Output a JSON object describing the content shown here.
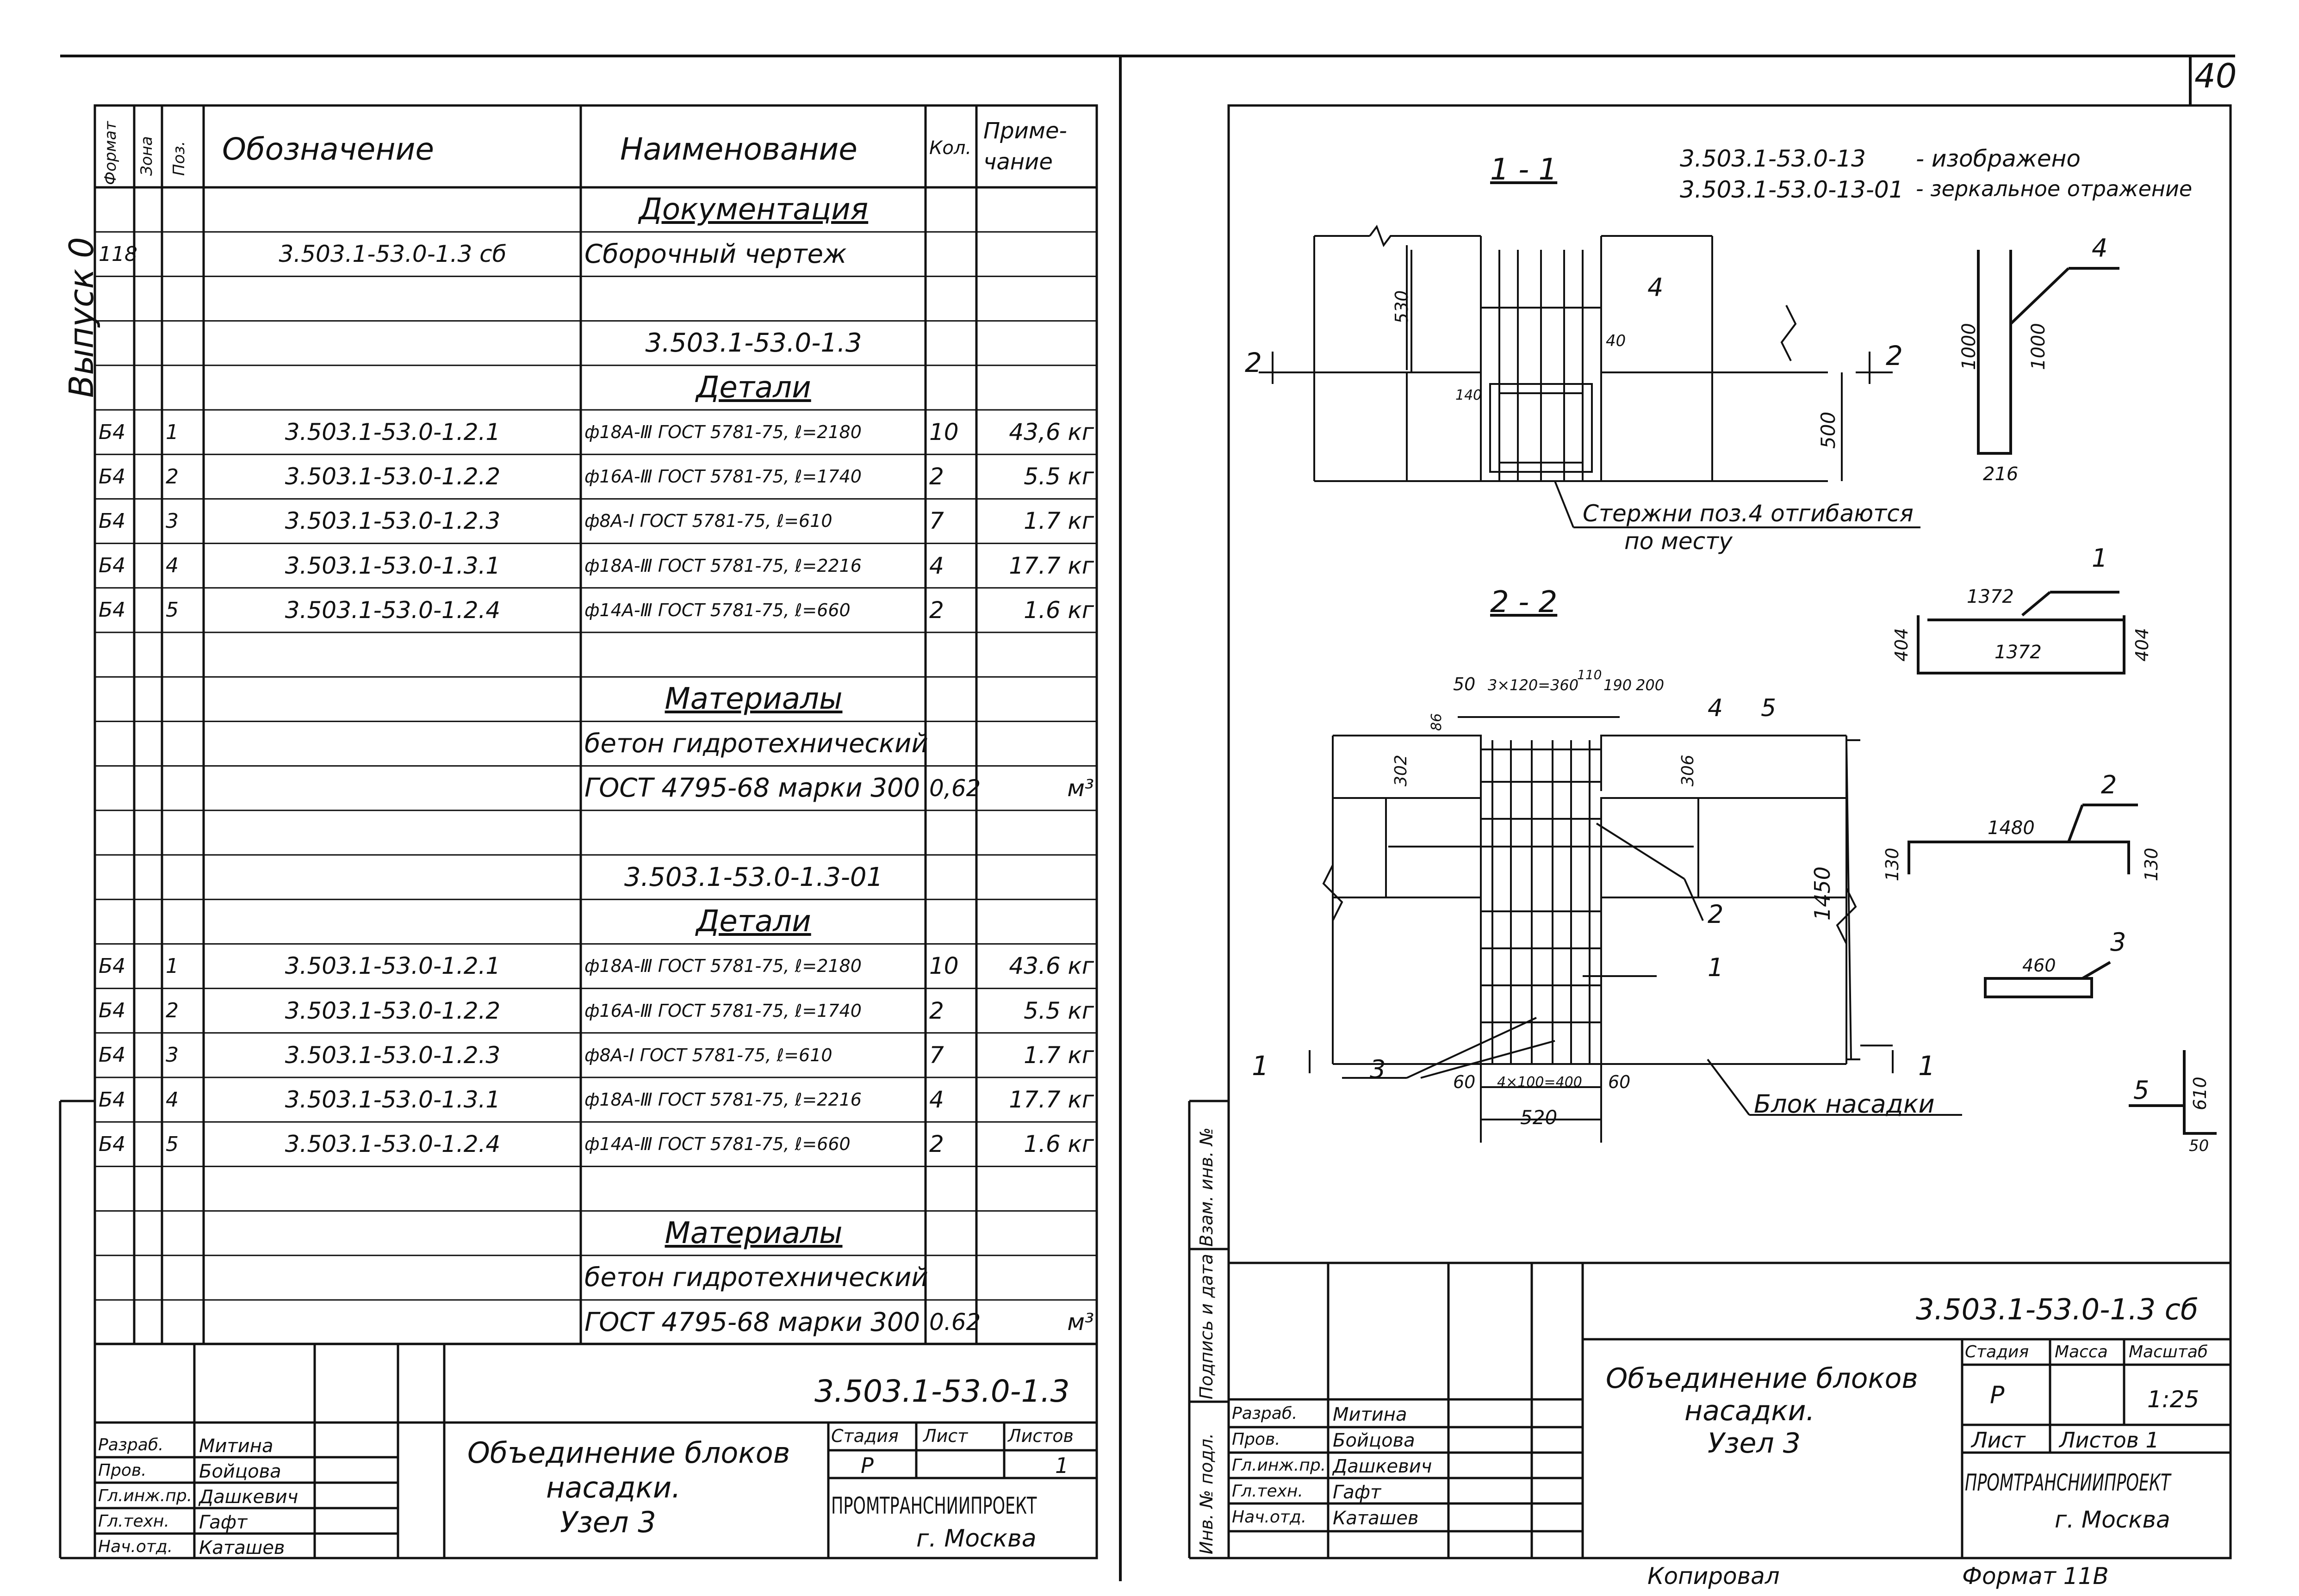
{
  "page_number": "40",
  "side_label": "Выпуск 0",
  "spec": {
    "headers": {
      "format": "Формат",
      "zone": "Зона",
      "pos": "Поз.",
      "designation": "Обозначение",
      "name": "Наименование",
      "qty": "Кол.",
      "note": "Приме-\nчание"
    },
    "rows": [
      {
        "format": "",
        "pos": "",
        "designation": "",
        "name": "Документация",
        "qty": "",
        "note": "",
        "heading": true
      },
      {
        "format": "118",
        "pos": "",
        "designation": "3.503.1-53.0-1.3 сб",
        "name": "Сборочный чертеж",
        "qty": "",
        "note": ""
      },
      {
        "format": "",
        "pos": "",
        "designation": "",
        "name": "",
        "qty": "",
        "note": ""
      },
      {
        "format": "",
        "pos": "",
        "designation": "",
        "name": "3.503.1-53.0-1.3",
        "qty": "",
        "note": ""
      },
      {
        "format": "",
        "pos": "",
        "designation": "",
        "name": "Детали",
        "qty": "",
        "note": "",
        "heading": true
      },
      {
        "format": "Б4",
        "pos": "1",
        "designation": "3.503.1-53.0-1.2.1",
        "name": "ф18А-Ⅲ ГОСТ 5781-75, ℓ=2180",
        "qty": "10",
        "note": "43,6 кг"
      },
      {
        "format": "Б4",
        "pos": "2",
        "designation": "3.503.1-53.0-1.2.2",
        "name": "ф16А-Ⅲ ГОСТ 5781-75, ℓ=1740",
        "qty": "2",
        "note": "5.5 кг"
      },
      {
        "format": "Б4",
        "pos": "3",
        "designation": "3.503.1-53.0-1.2.3",
        "name": "ф8А-Ⅰ ГОСТ 5781-75, ℓ=610",
        "qty": "7",
        "note": "1.7 кг"
      },
      {
        "format": "Б4",
        "pos": "4",
        "designation": "3.503.1-53.0-1.3.1",
        "name": "ф18А-Ⅲ ГОСТ 5781-75, ℓ=2216",
        "qty": "4",
        "note": "17.7 кг"
      },
      {
        "format": "Б4",
        "pos": "5",
        "designation": "3.503.1-53.0-1.2.4",
        "name": "ф14А-Ⅲ ГОСТ 5781-75, ℓ=660",
        "qty": "2",
        "note": "1.6 кг"
      },
      {
        "format": "",
        "pos": "",
        "designation": "",
        "name": "",
        "qty": "",
        "note": ""
      },
      {
        "format": "",
        "pos": "",
        "designation": "",
        "name": "Материалы",
        "qty": "",
        "note": "",
        "heading": true
      },
      {
        "format": "",
        "pos": "",
        "designation": "",
        "name": "бетон гидротехнический",
        "qty": "",
        "note": ""
      },
      {
        "format": "",
        "pos": "",
        "designation": "",
        "name": "ГОСТ 4795-68 марки 300",
        "qty": "0,62",
        "note": "м³"
      },
      {
        "format": "",
        "pos": "",
        "designation": "",
        "name": "",
        "qty": "",
        "note": ""
      },
      {
        "format": "",
        "pos": "",
        "designation": "",
        "name": "3.503.1-53.0-1.3-01",
        "qty": "",
        "note": ""
      },
      {
        "format": "",
        "pos": "",
        "designation": "",
        "name": "Детали",
        "qty": "",
        "note": "",
        "heading": true
      },
      {
        "format": "Б4",
        "pos": "1",
        "designation": "3.503.1-53.0-1.2.1",
        "name": "ф18А-Ⅲ ГОСТ 5781-75, ℓ=2180",
        "qty": "10",
        "note": "43.6 кг"
      },
      {
        "format": "Б4",
        "pos": "2",
        "designation": "3.503.1-53.0-1.2.2",
        "name": "ф16А-Ⅲ ГОСТ 5781-75, ℓ=1740",
        "qty": "2",
        "note": "5.5 кг"
      },
      {
        "format": "Б4",
        "pos": "3",
        "designation": "3.503.1-53.0-1.2.3",
        "name": "ф8А-Ⅰ ГОСТ 5781-75, ℓ=610",
        "qty": "7",
        "note": "1.7 кг"
      },
      {
        "format": "Б4",
        "pos": "4",
        "designation": "3.503.1-53.0-1.3.1",
        "name": "ф18А-Ⅲ ГОСТ 5781-75, ℓ=2216",
        "qty": "4",
        "note": "17.7 кг"
      },
      {
        "format": "Б4",
        "pos": "5",
        "designation": "3.503.1-53.0-1.2.4",
        "name": "ф14А-Ⅲ ГОСТ 5781-75, ℓ=660",
        "qty": "2",
        "note": "1.6 кг"
      },
      {
        "format": "",
        "pos": "",
        "designation": "",
        "name": "",
        "qty": "",
        "note": ""
      },
      {
        "format": "",
        "pos": "",
        "designation": "",
        "name": "Материалы",
        "qty": "",
        "note": "",
        "heading": true
      },
      {
        "format": "",
        "pos": "",
        "designation": "",
        "name": "бетон гидротехнический",
        "qty": "",
        "note": ""
      },
      {
        "format": "",
        "pos": "",
        "designation": "",
        "name": "ГОСТ 4795-68 марки 300",
        "qty": "0.62",
        "note": "м³"
      }
    ]
  },
  "left_stamp": {
    "code": "3.503.1-53.0-1.3",
    "title": "Объединение блоков насадки. Узел 3",
    "title_l1": "Объединение блоков",
    "title_l2": "насадки.",
    "title_l3": "Узел 3",
    "stage_h": "Стадия",
    "sheet_h": "Лист",
    "sheets_h": "Листов",
    "stage": "Р",
    "sheet": "",
    "sheets": "1",
    "org": "ПРОМТРАНСНИИПРОЕКТ",
    "city": "г. Москва",
    "people": [
      {
        "role": "Разраб.",
        "name": "Митина"
      },
      {
        "role": "Пров.",
        "name": "Бойцова"
      },
      {
        "role": "Гл.инж.пр.",
        "name": "Дашкевич"
      },
      {
        "role": "Гл.техн.",
        "name": "Гафт"
      },
      {
        "role": "Нач.отд.",
        "name": "Каташев"
      }
    ]
  },
  "right_stamp": {
    "code": "3.503.1-53.0-1.3 сб",
    "title_l1": "Объединение блоков",
    "title_l2": "насадки.",
    "title_l3": "Узел 3",
    "stage_h": "Стадия",
    "mass_h": "Масса",
    "scale_h": "Масштаб",
    "stage": "Р",
    "mass": "",
    "scale": "1:25",
    "sheet_label": "Лист",
    "sheets_label": "Листов 1",
    "org": "ПРОМТРАНСНИИПРОЕКТ",
    "city": "г. Москва",
    "people": [
      {
        "role": "Разраб.",
        "name": "Митина"
      },
      {
        "role": "Пров.",
        "name": "Бойцова"
      },
      {
        "role": "Гл.инж.пр.",
        "name": "Дашкевич"
      },
      {
        "role": "Гл.техн.",
        "name": "Гафт"
      },
      {
        "role": "Нач.отд.",
        "name": "Каташев"
      }
    ]
  },
  "vertical_stamp": [
    "Инв. № подл.",
    "Подпись и дата",
    "Взам. инв. №"
  ],
  "drawing": {
    "section_11": "1 - 1",
    "section_22": "2 - 2",
    "note_l1": "3.503.1-53.0-13",
    "note_l1b": "- изображено",
    "note_l2": "3.503.1-53.0-13-01",
    "note_l2b": "- зеркальное отражение",
    "bars_note_l1": "Стержни поз.4 отгибаются",
    "bars_note_l2": "по месту",
    "block_label": "Блок насадки",
    "dims": {
      "d530": "530",
      "d500": "500",
      "d40": "40",
      "d140": "140",
      "d4": "4",
      "d2": "2",
      "d50": "50",
      "d3x120": "3×120=360",
      "d110": "110",
      "d190": "190",
      "d200": "200",
      "d86": "86",
      "d302": "302",
      "d306": "306",
      "d1450": "1450",
      "d60a": "60",
      "d4x100": "4×100=400",
      "d60b": "60",
      "d520": "520",
      "d1000a": "1000",
      "d1000b": "1000",
      "d216": "216",
      "d1372a": "1372",
      "d1372b": "1372",
      "d404a": "404",
      "d404b": "404",
      "d1480": "1480",
      "d130a": "130",
      "d130b": "130",
      "d460": "460",
      "d610": "610",
      "d50b": "50"
    },
    "pos_labels": {
      "p1": "1",
      "p2": "2",
      "p3": "3",
      "p4": "4",
      "p5": "5",
      "c1": "1",
      "c2": "2"
    }
  },
  "footer_fragments": {
    "left": "Копировал",
    "right": "Формат 11В"
  }
}
